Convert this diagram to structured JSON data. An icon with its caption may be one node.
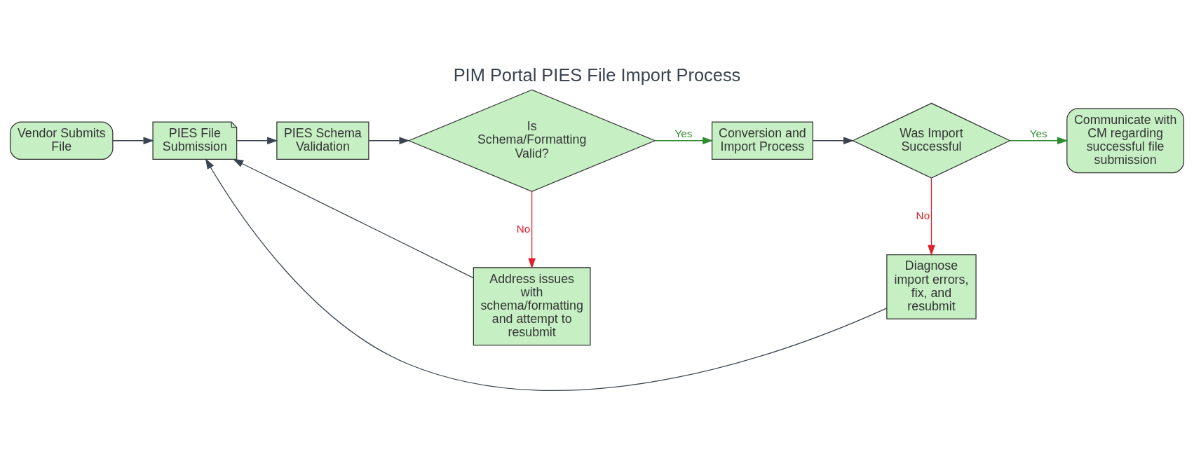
{
  "diagram": {
    "title": "PIM Portal PIES File Import Process",
    "nodes": [
      {
        "text": [
          "Vendor Submits File"
        ]
      },
      {
        "text": [
          "PIES File Submission"
        ]
      },
      {
        "text": [
          "PIES Schema Validation"
        ]
      },
      {
        "text": [
          "Is Schema/Formatting Valid?"
        ]
      },
      {
        "text": [
          "Conversion and Import Process"
        ]
      },
      {
        "text": [
          "Was Import Successful"
        ]
      },
      {
        "text": [
          "Communicate with CM regarding successful file submission"
        ]
      },
      {
        "text": [
          "Address issues with schema/formatting and attempt to resubmit"
        ]
      },
      {
        "text": [
          "Diagnose import errors, fix, and resubmit"
        ]
      }
    ],
    "edges": [
      {
        "from": 0,
        "to": 1,
        "arrow": "to"
      },
      {
        "from": 1,
        "to": 2,
        "arrow": "to"
      },
      {
        "from": 2,
        "to": 3,
        "arrow": "to"
      },
      {
        "from": 3,
        "to": 4,
        "arrow": "to",
        "label": "Yes",
        "color": "#2e8b2e"
      },
      {
        "from": 4,
        "to": 5,
        "arrow": "to"
      },
      {
        "from": 5,
        "to": 6,
        "arrow": "to",
        "label": "Yes",
        "color": "#2e8b2e"
      },
      {
        "from": 3,
        "to": 7,
        "arrow": "to",
        "label": "No",
        "color": "#e0202a"
      },
      {
        "from": 5,
        "to": 8,
        "arrow": "to",
        "label": "No",
        "color": "#e0202a"
      },
      {
        "from": 7,
        "to": 1,
        "arrow": "to"
      },
      {
        "from": 8,
        "to": 1,
        "arrow": "to"
      }
    ]
  }
}
